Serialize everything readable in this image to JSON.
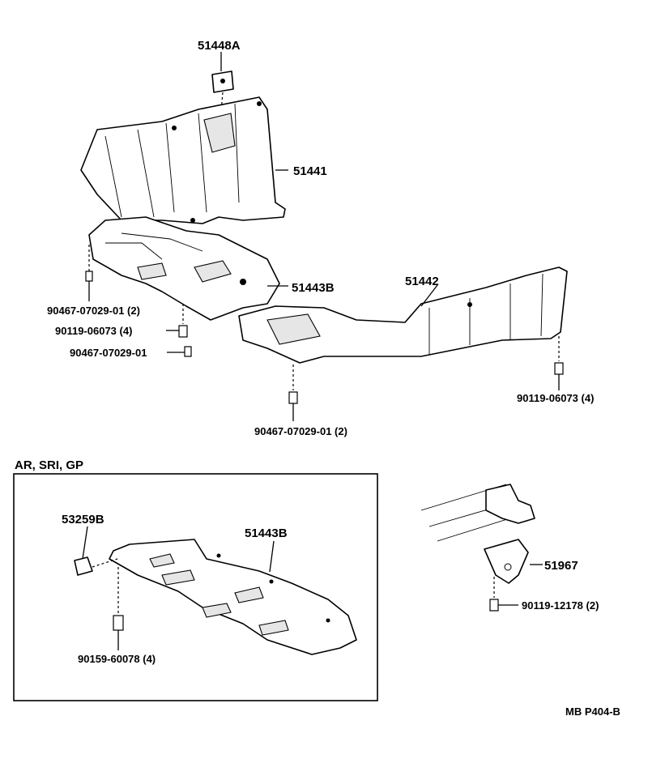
{
  "labels": {
    "p51448A": "51448A",
    "p51441": "51441",
    "p51443B_top": "51443B",
    "p51442": "51442",
    "b90467_a": "90467-07029-01 (2)",
    "b90119_a": "90119-06073 (4)",
    "b90467_b": "90467-07029-01",
    "b90467_c": "90467-07029-01 (2)",
    "b90119_b": "90119-06073 (4)",
    "p53259B": "53259B",
    "p51443B_inset": "51443B",
    "b90159": "90159-60078 (4)",
    "p51967": "51967",
    "b90119_c": "90119-12178 (2)"
  },
  "inset_title": "AR, SRI, GP",
  "figure_code": "MB P404-B"
}
